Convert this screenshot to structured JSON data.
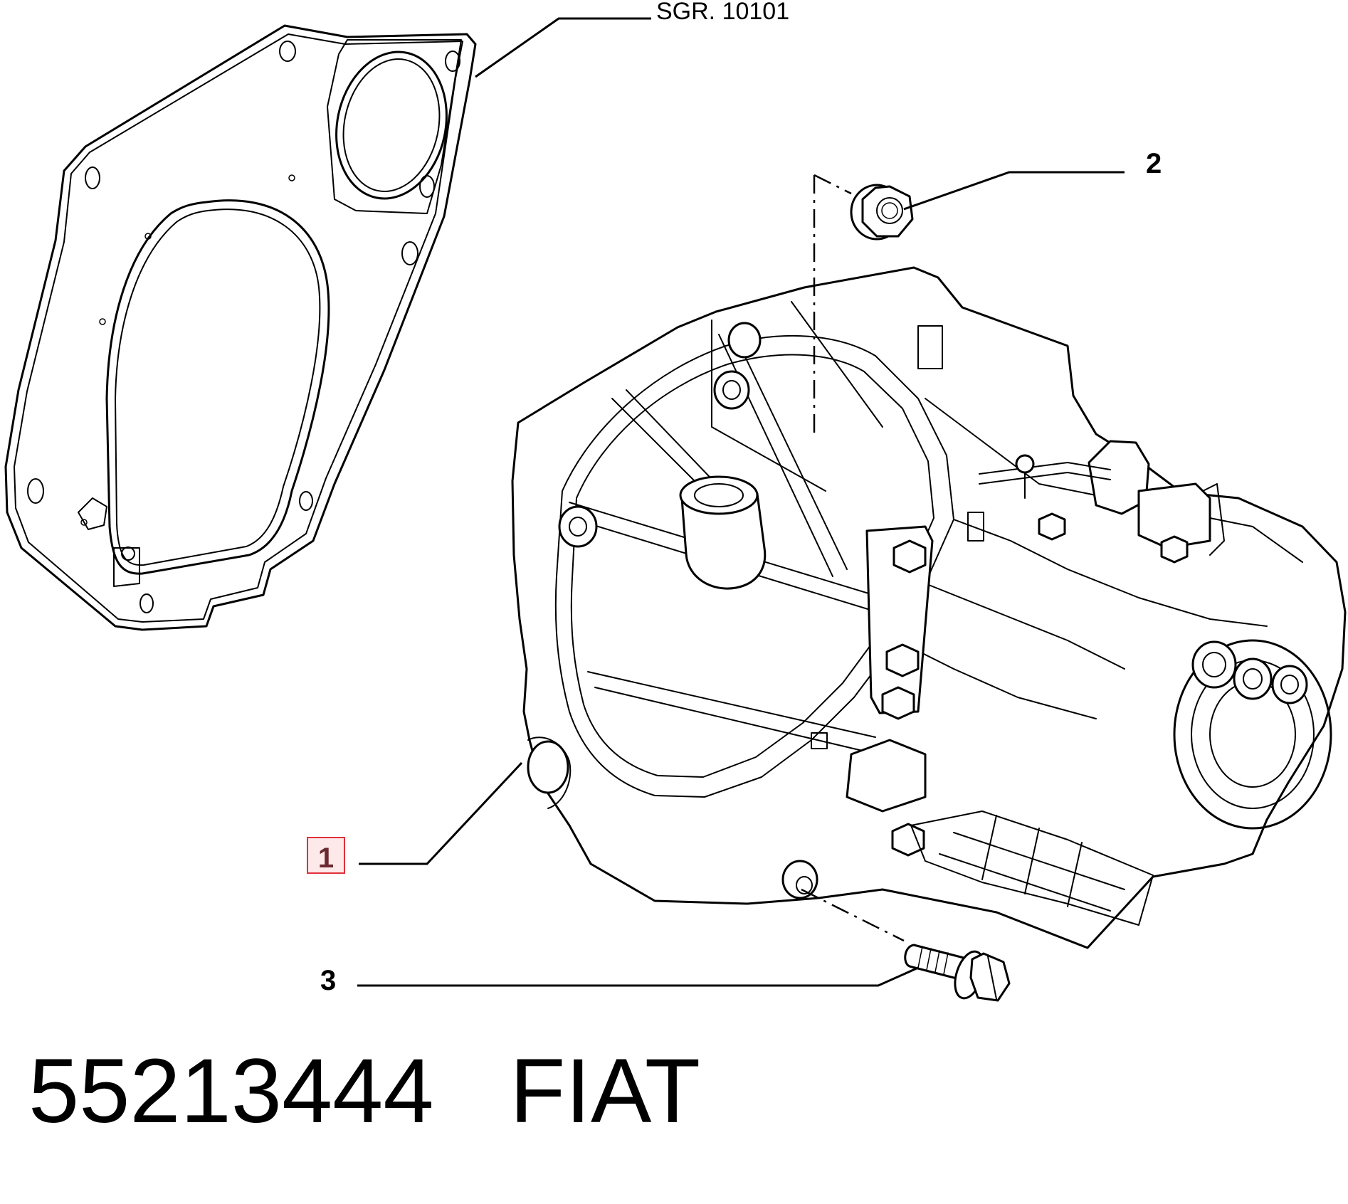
{
  "callouts": {
    "ref_group": "SGR. 10101",
    "item1": "1",
    "item2": "2",
    "item3": "3"
  },
  "highlight_color": "#e0303a",
  "highlight_fill": "#fde8ea",
  "footer": {
    "part_number": "55213444",
    "brand": "FIAT"
  }
}
